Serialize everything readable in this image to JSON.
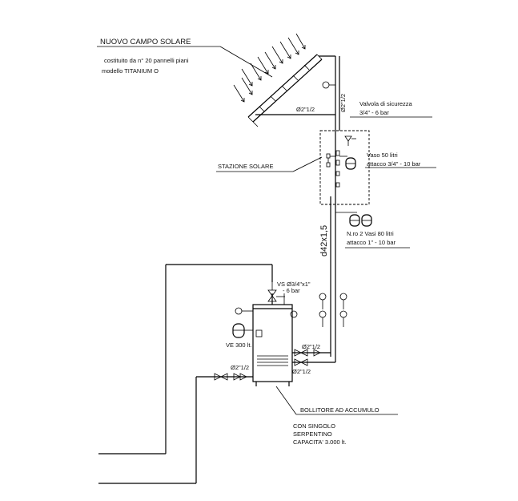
{
  "labels": {
    "campo_title": "NUOVO CAMPO SOLARE",
    "campo_desc_1": "costituito da n° 20 pannelli piani",
    "campo_desc_2": "modello TITANIUM O",
    "pipe_top_horizontal": "Ø2\"1/2",
    "pipe_top_vertical": "Ø2\"1/2",
    "valvola_1": "Valvola di sicurezza",
    "valvola_2": "3/4\" - 6 bar",
    "vaso50_1": "Vaso 50 litri",
    "vaso50_2": "attacco 3/4\" - 10 bar",
    "stazione": "STAZIONE SOLARE",
    "riser": "d42x1,5",
    "vasi80_1": "N.ro 2 Vasi 80 litri",
    "vasi80_2": "attacco 1\" - 10 bar",
    "vs_1": "VS Ø3/4\"x1\"",
    "vs_2": "- 6 bar",
    "ve": "VE 300 lt.",
    "tank_pipe_upper": "Ø2\"1/2",
    "tank_pipe_lower": "Ø2\"1/2",
    "inlet_pipe": "Ø2\"1/2",
    "bollitore_title": "BOLLITORE AD ACCUMULO",
    "bollitore_desc_1": "CON SINGOLO",
    "bollitore_desc_2": "SERPENTINO",
    "bollitore_desc_3": "CAPACITA' 3.000 lt."
  }
}
